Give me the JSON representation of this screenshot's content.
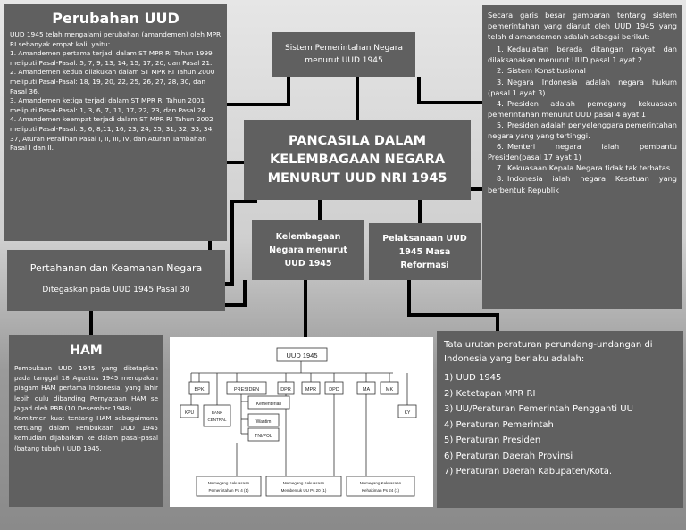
{
  "perubahan": {
    "title": "Perubahan UUD",
    "paragraphs": [
      "UUD 1945 telah mengalami perubahan (amandemen) oleh MPR RI sebanyak empat kali, yaitu:",
      "1. Amandemen pertama terjadi dalam ST MPR RI Tahun 1999 meliputi Pasal-Pasal: 5, 7, 9, 13, 14, 15, 17, 20, dan Pasal 21.",
      "2. Amandemen kedua dilakukan dalam ST MPR RI Tahun 2000 meliputi Pasal-Pasal: 18, 19, 20, 22, 25, 26, 27, 28, 30, dan Pasal 36.",
      "3. Amandemen ketiga terjadi dalam ST MPR RI Tahun 2001 meliputi Pasal-Pasal: 1, 3, 6, 7, 11, 17, 22, 23, dan Pasal 24.",
      "4. Amandemen keempat terjadi dalam ST MPR RI Tahun 2002 meliputi Pasal-Pasal: 3, 6, 8,11, 16, 23, 24, 25, 31, 32, 33, 34, 37, Aturan Peralihan Pasal I, II, III, IV, dan Aturan Tambahan Pasal I dan II."
    ]
  },
  "sistem": {
    "line1": "Sistem Pemerintahan Negara",
    "line2": "menurut UUD 1945"
  },
  "pancasila": {
    "line1": "PANCASILA DALAM",
    "line2": "KELEMBAGAAN NEGARA",
    "line3": "MENURUT UUD NRI 1945"
  },
  "garis": {
    "intro": "Secara garis besar gambaran tentang sistem pemerintahan yang dianut oleh UUD 1945 yang telah diamandemen adalah sebagai berikut:",
    "items": [
      {
        "num": "1.",
        "text": "Kedaulatan berada ditangan rakyat dan dilaksanakan menurut UUD pasal 1 ayat 2"
      },
      {
        "num": "2.",
        "text": "Sistem Konstitusional"
      },
      {
        "num": "3.",
        "text": "Negara Indonesia adalah negara hukum (pasal 1 ayat 3)"
      },
      {
        "num": "4.",
        "text": "Presiden adalah pemegang kekuasaan pemerintahan menurut UUD pasal 4 ayat 1"
      },
      {
        "num": "5.",
        "text": "Presiden adalah penyelenggara pemerintahan negara yang yang tertinggi."
      },
      {
        "num": "6.",
        "text": "Menteri negara ialah pembantu Presiden(pasal 17 ayat 1)"
      },
      {
        "num": "7.",
        "text": "Kekuasaan Kepala Negara tidak tak terbatas."
      },
      {
        "num": "8.",
        "text": "Indonesia ialah negara Kesatuan yang berbentuk Republik"
      }
    ]
  },
  "kelembagaan": {
    "line1": "Kelembagaan",
    "line2": "Negara menurut",
    "line3": "UUD 1945"
  },
  "pelaksanaan": {
    "line1": "Pelaksanaan UUD",
    "line2": "1945 Masa",
    "line3": "Reformasi"
  },
  "pertahanan": {
    "title": "Pertahanan dan Keamanan Negara",
    "subtitle": "Ditegaskan pada UUD 1945 Pasal 30"
  },
  "ham": {
    "title": "HAM",
    "paragraphs": [
      "Pembukaan UUD 1945 yang ditetapkan pada tanggal 18 Agustus 1945 merupakan piagam HAM pertama Indonesia, yang lahir lebih dulu dibanding Pernyataan HAM se Jagad oleh PBB (10 Desember 1948).",
      "Komitmen kuat tentang HAM sebagaimana tertuang dalam Pembukaan UUD 1945 kemudian dijabarkan ke dalam pasal-pasal (batang tubuh ) UUD 1945."
    ]
  },
  "org": {
    "root": "UUD 1945",
    "bpk": "BPK",
    "presiden": "PRESIDEN",
    "dpr": "DPR",
    "mpr": "MPR",
    "dpd": "DPD",
    "ma": "MA",
    "mk": "MK",
    "kpu": "KPU",
    "bank1": "BANK",
    "bank2": "CENTRAL",
    "kementerian": "Kementerian",
    "wantim": "Wantim",
    "tni": "TNI/POL",
    "ky": "KY",
    "ex1a": "Memegang Kekuasaan",
    "ex1b": "Pemerintahan Ps 4 (1)",
    "ex2a": "Memegang Kekuasaan",
    "ex2b": "Membentuk UU Ps 20 (1)",
    "ex3a": "Memegang Kekuasaan",
    "ex3b": "Kehakiman Ps 24 (1)"
  },
  "tata": {
    "intro": "Tata urutan peraturan perundang-undangan di Indonesia yang berlaku adalah:",
    "items": [
      "1) UUD 1945",
      "2) Ketetapan MPR RI",
      "3) UU/Peraturan Pemerintah Pengganti UU",
      "4) Peraturan Pemerintah",
      "5) Peraturan Presiden",
      "6) Peraturan Daerah Provinsi",
      "7) Peraturan Daerah Kabupaten/Kota."
    ]
  }
}
